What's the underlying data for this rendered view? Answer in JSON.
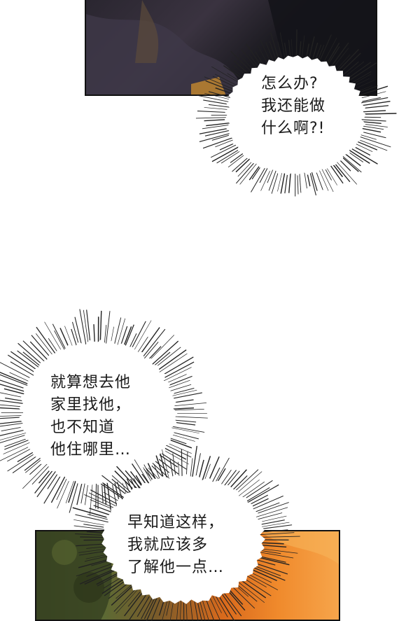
{
  "bubbles": {
    "top": {
      "lines": [
        "怎么办?",
        "我还能做",
        "什么啊?!"
      ]
    },
    "middle": {
      "lines": [
        "就算想去他",
        "家里找他，",
        "也不知道",
        "他住哪里…"
      ]
    },
    "bottom": {
      "lines": [
        "早知道这样，",
        "我就应该多",
        "了解他一点…"
      ]
    }
  },
  "colors": {
    "background": "#ffffff",
    "text": "#1a1a1a",
    "burst": "#222222",
    "bubble_fill": "#ffffff"
  }
}
